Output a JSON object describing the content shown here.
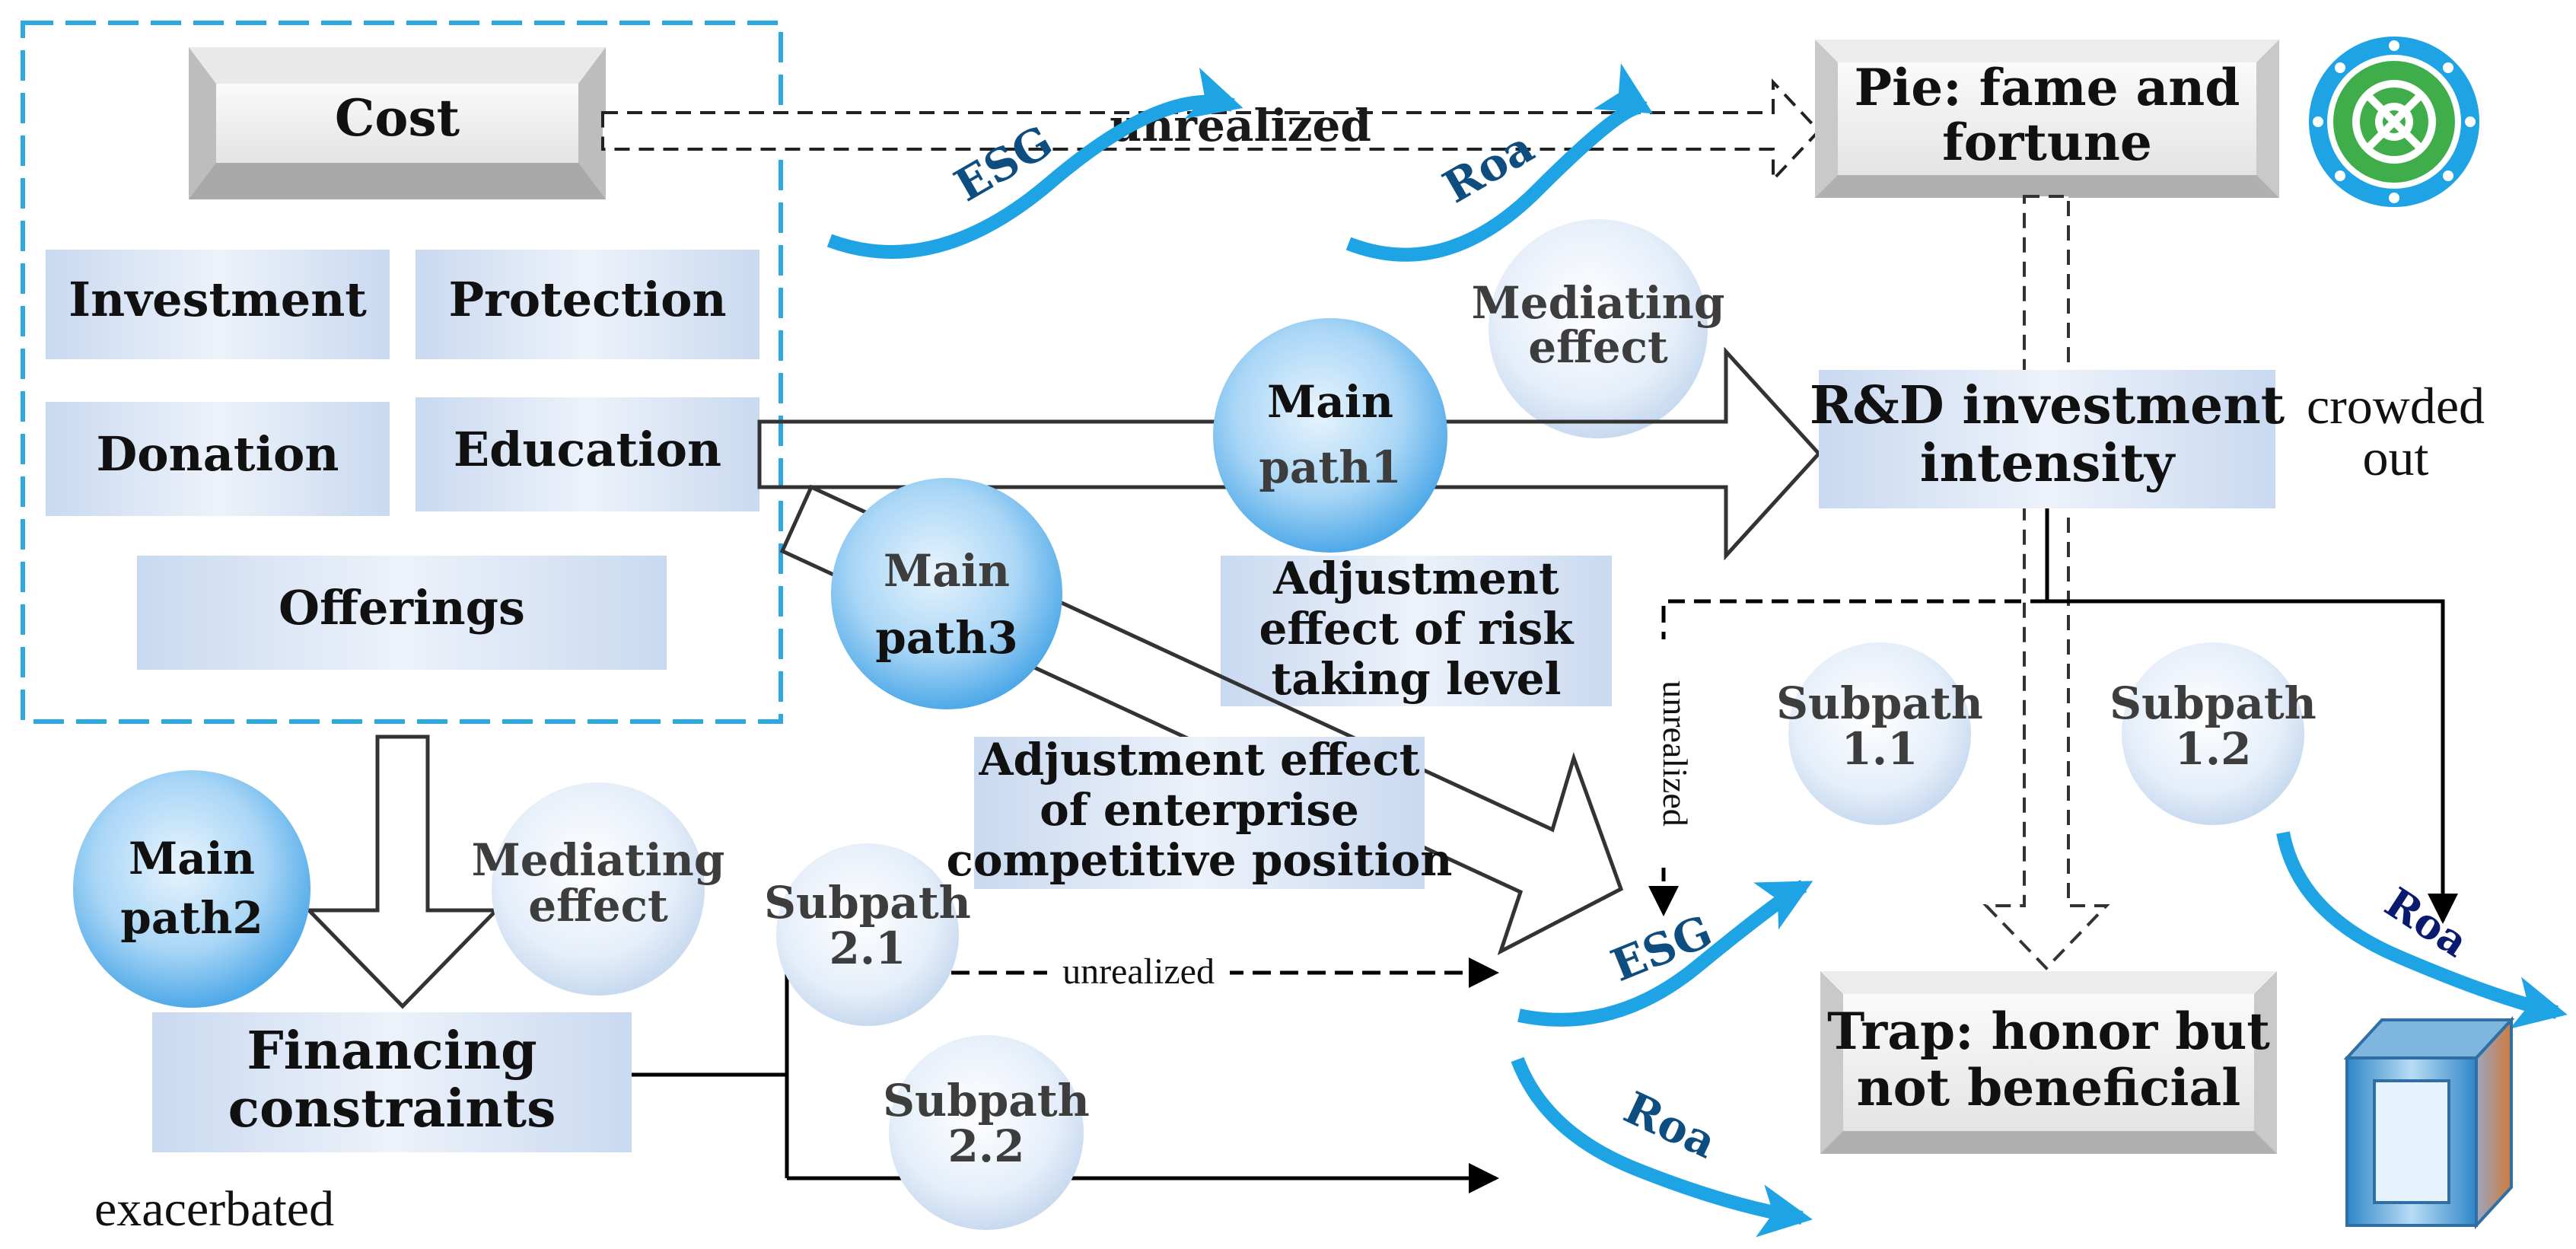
{
  "colors": {
    "dash_box": "#2ea8e0",
    "light_box": "#dbe6f5",
    "bubble": "#68b8ee",
    "bubble_pale": "#dbe8f6",
    "curve_arrow": "#1ea3e4",
    "dark_text": "#1a1a1a",
    "grey_text": "#3d3d3d",
    "dark_blue_text": "#0e4d80"
  },
  "cost_group": {
    "header": "Cost",
    "items": [
      "Investment",
      "Protection",
      "Donation",
      "Education",
      "Offerings"
    ]
  },
  "pie_box": {
    "line1": "Pie: fame and",
    "line2": "fortune"
  },
  "rd_box": {
    "line1": "R&D investment",
    "line2": "intensity"
  },
  "trap_box": {
    "line1": "Trap: honor but",
    "line2": "not beneficial"
  },
  "financing_box": {
    "line1": "Financing",
    "line2": "constraints"
  },
  "notes": {
    "crowded_line1": "crowded",
    "crowded_line2": "out",
    "exacerbated": "exacerbated"
  },
  "paths": {
    "main1": {
      "line1": "Main",
      "line2": "path1"
    },
    "main2": {
      "line1": "Main",
      "line2": "path2"
    },
    "main3": {
      "line1": "Main",
      "line2": "path3"
    },
    "mediating_top": {
      "line1": "Mediating",
      "line2": "effect"
    },
    "mediating_left": {
      "line1": "Mediating",
      "line2": "effect"
    },
    "sub11": {
      "line1": "Subpath",
      "line2": "1.1"
    },
    "sub12": {
      "line1": "Subpath",
      "line2": "1.2"
    },
    "sub21": {
      "line1": "Subpath",
      "line2": "2.1"
    },
    "sub22": {
      "line1": "Subpath",
      "line2": "2.2"
    }
  },
  "adjustments": {
    "risk": {
      "line1": "Adjustment",
      "line2": "effect of risk",
      "line3": "taking level"
    },
    "competitive": {
      "line1": "Adjustment effect",
      "line2": "of enterprise",
      "line3": "competitive position"
    }
  },
  "arrow_labels": {
    "unrealized_top": "unrealized",
    "unrealized_vertical": "unrealized",
    "unrealized_sub21": "unrealized",
    "esg_top": "ESG",
    "roa_top": "Roa",
    "esg_mid": "ESG",
    "roa_bottom": "Roa",
    "roa_right": "Roa"
  },
  "icons": {
    "top_right": "target-gear-icon",
    "bottom_right": "cube-block-icon"
  }
}
